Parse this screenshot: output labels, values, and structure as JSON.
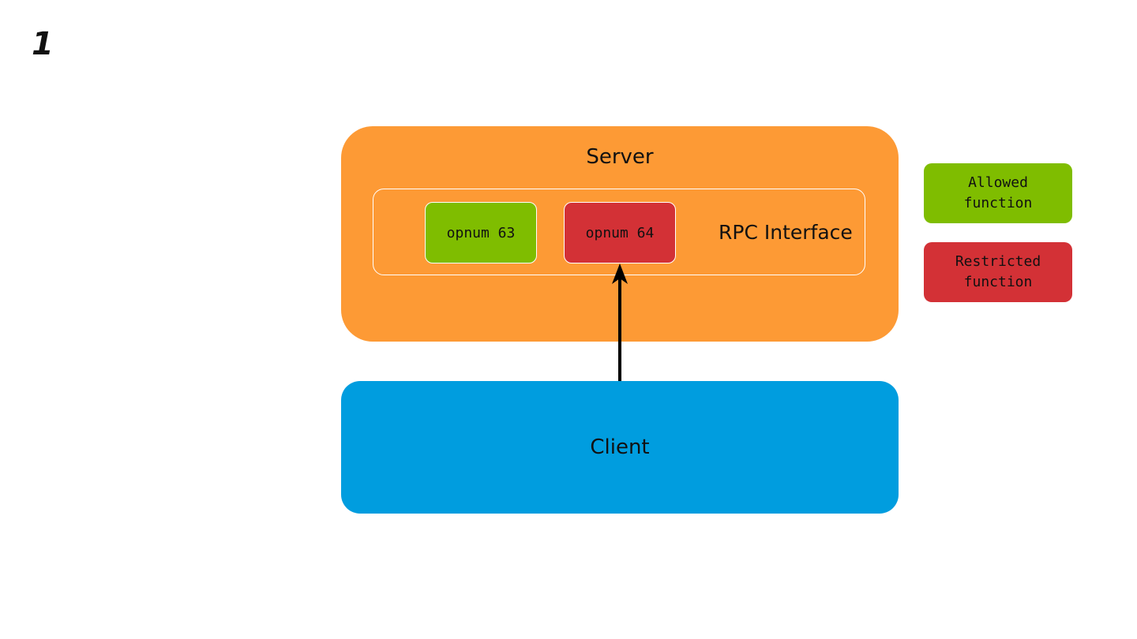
{
  "step": "1",
  "server": {
    "title": "Server",
    "color": "#fd9a35",
    "interface": {
      "label": "RPC Interface",
      "functions": [
        {
          "label": "opnum 63",
          "status": "allowed"
        },
        {
          "label": "opnum 64",
          "status": "restricted"
        }
      ]
    }
  },
  "client": {
    "label": "Client",
    "color": "#009ddf"
  },
  "connection": {
    "from": "Client",
    "to": "opnum 64"
  },
  "legend": {
    "allowed": {
      "line1": "Allowed",
      "line2": "function",
      "color": "#7fbd00"
    },
    "restricted": {
      "line1": "Restricted",
      "line2": "function",
      "color": "#d33136"
    }
  }
}
